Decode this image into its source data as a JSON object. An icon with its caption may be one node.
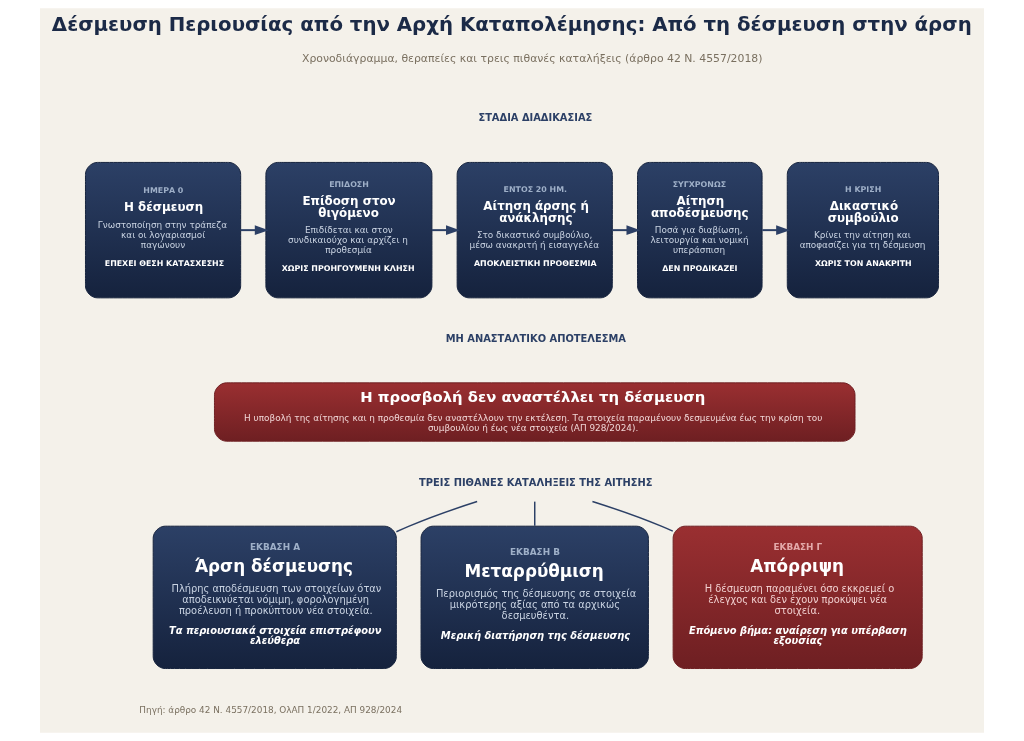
{
  "diagram": {
    "title": "Δέσμευση Περιουσίας από την Αρχή Καταπολέμησης: Από τη δέσμευση στην άρση",
    "caption": "Πηγή: άρθρο 42 Ν. 4557/2018, ΟλΑΠ 1/2022, ΑΠ 928/2024",
    "nodes": [
      {
        "text": [
          "ΗΜΕΡΑ 0",
          "Η δέσμευση",
          "Γνωστοποίηση στην τράπεζα και οι λογαριασμοί παγώνουν",
          "ΕΠΕΧΕΙ ΘΕΣΗ ΚΑΤΑΣΧΕΣΗΣ"
        ]
      },
      {
        "text": [
          "ΕΠΙΔΟΣΗ",
          "Επίδοση στον θιγόμενο",
          "Επιδίδεται και στον συνδικαιούχο και αρχίζει η προθεσμία",
          "ΧΩΡΙΣ ΠΡΟΗΓΟΥΜΕΝΗ ΚΛΗΣΗ"
        ]
      },
      {
        "text": [
          "ΕΝΤΟΣ 20 ΗΜ.",
          "Αίτηση άρσης ή ανάκλησης",
          "Στο δικαστικό συμβούλιο, μέσω ανακριτή ή εισαγγελέα",
          "ΑΠΟΚΛΕΙΣΤΙΚΗ ΠΡΟΘΕΣΜΙΑ"
        ]
      },
      {
        "text": [
          "ΣΥΓΧΡΟΝΩΣ",
          "Αίτηση αποδέσμευσης",
          "Ποσά για διαβίωση, λειτουργία και νομική υπεράσπιση",
          "ΔΕΝ ΠΡΟΔΙΚΑΖΕΙ"
        ]
      },
      {
        "text": [
          "Η ΚΡΙΣΗ",
          "Δικαστικό συμβούλιο",
          "Κρίνει την αίτηση και αποφασίζει για τη δέσμευση",
          "ΧΩΡΙΣ ΤΟΝ ΑΝΑΚΡΙΤΗ"
        ]
      },
      {
        "text": [
          "Η προσβολή δεν αναστέλλει τη δέσμευση",
          "Η υποβολή της αίτησης και η προθεσμία δεν αναστέλλουν την εκτέλεση. Τα στοιχεία παραμένουν δεσμευμένα έως την κρίση του συμβουλίου ή έως νέα στοιχεία (ΑΠ 928/2024)."
        ]
      },
      {
        "text": [
          "ΤΡΕΙΣ ΠΙΘΑΝΕΣ ΚΑΤΑΛΗΞΕΙΣ ΤΗΣ ΑΙΤΗΣΗΣ"
        ]
      },
      {
        "text": [
          "ΕΚΒΑΣΗ Α",
          "Άρση δέσμευσης",
          "Πλήρης αποδέσμευση των στοιχείων όταν αποδεικνύεται νόμιμη, φορολογημένη προέλευση ή προκύπτουν νέα στοιχεία.",
          "Τα περιουσιακά στοιχεία επιστρέφουν ελεύθερα"
        ]
      },
      {
        "text": [
          "ΕΚΒΑΣΗ Β",
          "Μεταρρύθμιση",
          "Περιορισμός της δέσμευσης σε στοιχεία μικρότερης αξίας από τα αρχικώς δεσμευθέντα.",
          "Μερική διατήρηση της δέσμευσης"
        ]
      },
      {
        "text": [
          "ΕΚΒΑΣΗ Γ",
          "Απόρριψη",
          "Η δέσμευση παραμένει όσο εκκρεμεί ο έλεγχος και δεν έχουν προκύψει νέα στοιχεία.",
          "Επόμενο βήμα: αναίρεση για υπέρβαση εξουσίας"
        ]
      }
    ],
    "edges": [
      {
        "from": 0,
        "to": 1,
        "arrow": "to"
      },
      {
        "from": 1,
        "to": 2,
        "arrow": "to"
      },
      {
        "from": 2,
        "to": 3,
        "arrow": "to"
      },
      {
        "from": 3,
        "to": 4,
        "arrow": "to"
      },
      {
        "from": 6,
        "to": 7,
        "arrow": "none"
      },
      {
        "from": 6,
        "to": 8,
        "arrow": "none"
      },
      {
        "from": 6,
        "to": 9,
        "arrow": "none"
      }
    ],
    "labels": [
      "Χρονοδιάγραμμα, θεραπείες και τρεις πιθανές καταλήξεις (άρθρο 42 Ν. 4557/2018)",
      "ΣΤΑΔΙΑ ΔΙΑΔΙΚΑΣΙΑΣ",
      "ΜΗ ΑΝΑΣΤΑΛΤΙΚΟ ΑΠΟΤΕΛΕΣΜΑ"
    ]
  }
}
